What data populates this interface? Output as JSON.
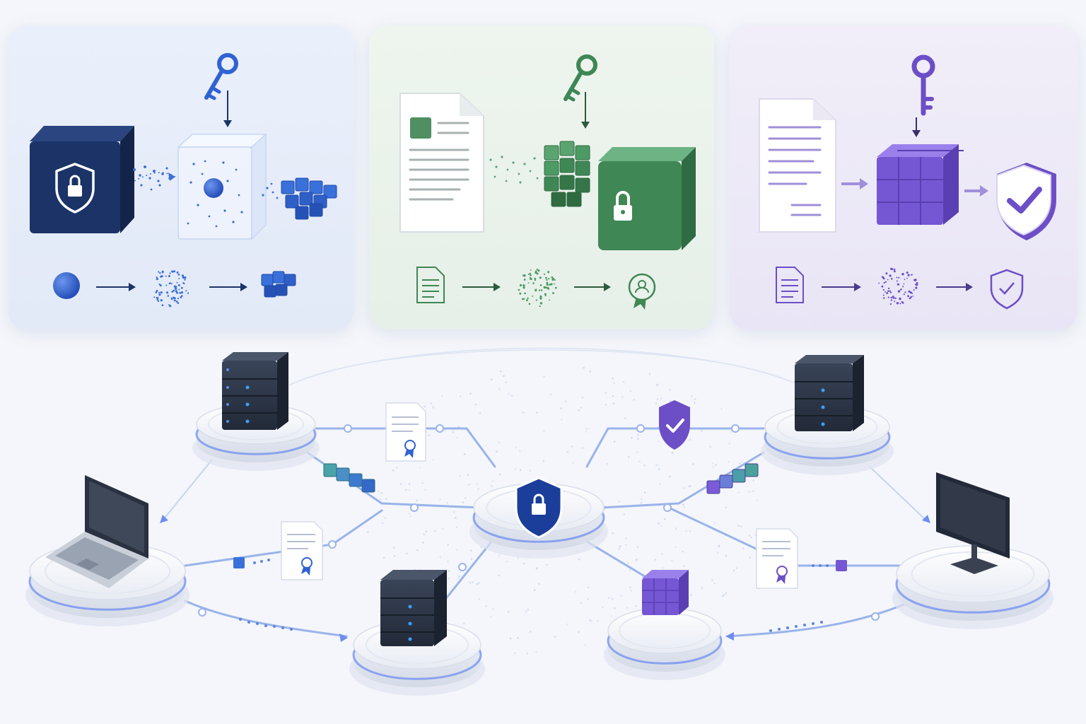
{
  "palette": {
    "background": "#f4f6fb",
    "blue_panel": "#e6ecf8",
    "green_panel": "#e8f1ea",
    "purple_panel": "#ece8f7",
    "blue_dark": "#1b3366",
    "blue_accent": "#2f63d2",
    "green_dark": "#3f8755",
    "green_accent": "#4c9a64",
    "purple_accent": "#6c4ec7",
    "link": "#9ab3ea",
    "node_glow": "#6f8df0"
  },
  "panels": [
    {
      "id": "blue",
      "visual": [
        "shield-lock-cube-icon",
        "key-icon",
        "transparent-cube-icon",
        "encrypted-blocks-icon"
      ],
      "flow": [
        "sphere-icon",
        "arrow-right-icon",
        "noise-dots-icon",
        "arrow-right-icon",
        "blocks-icon"
      ]
    },
    {
      "id": "green",
      "visual": [
        "document-icon",
        "key-icon",
        "green-blocks-icon",
        "lock-cube-icon"
      ],
      "flow": [
        "document-icon",
        "arrow-right-icon",
        "noise-dots-icon",
        "arrow-right-icon",
        "certificate-badge-icon"
      ]
    },
    {
      "id": "purple",
      "visual": [
        "document-icon",
        "key-icon",
        "purple-cube-icon",
        "shield-check-icon"
      ],
      "flow": [
        "document-icon",
        "arrow-right-icon",
        "noise-dots-icon",
        "arrow-right-icon",
        "shield-check-icon"
      ]
    }
  ],
  "network": {
    "background": "world-map-dots",
    "nodes": [
      {
        "id": "server-top-left",
        "icon": "server-icon"
      },
      {
        "id": "server-top-right",
        "icon": "server-icon"
      },
      {
        "id": "hub-center",
        "icon": "shield-lock-icon"
      },
      {
        "id": "laptop",
        "icon": "laptop-icon"
      },
      {
        "id": "monitor",
        "icon": "monitor-icon"
      },
      {
        "id": "server-bottom",
        "icon": "server-icon"
      },
      {
        "id": "cube-node",
        "icon": "purple-cube-icon"
      }
    ],
    "connection_items": [
      "certificate-icon",
      "shield-check-icon",
      "data-blocks-icon",
      "certificate-icon",
      "certificate-icon",
      "data-blocks-icon"
    ]
  }
}
